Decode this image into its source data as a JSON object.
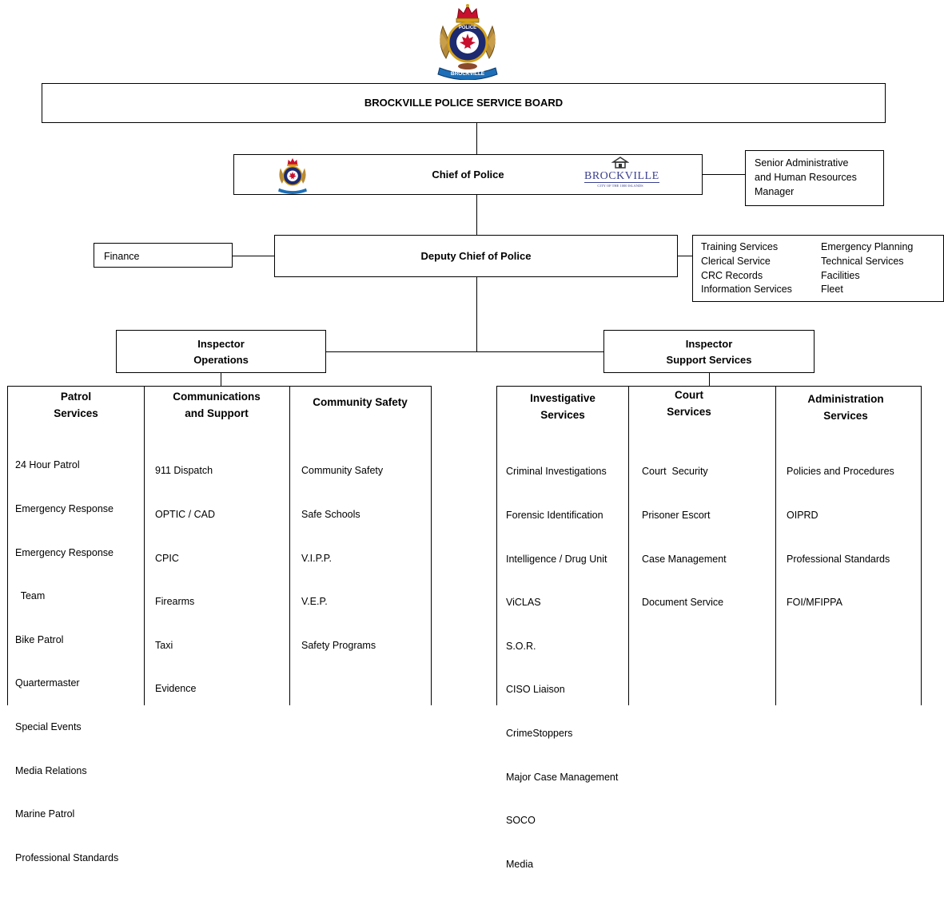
{
  "board": {
    "title": "BROCKVILLE POLICE SERVICE BOARD"
  },
  "crest": {
    "ribbon_text": "BROCKVILLE",
    "banner_text": "POLICE"
  },
  "chief": {
    "title": "Chief of Police",
    "city_logo_name": "BROCKVILLE",
    "city_logo_tagline": "CITY OF THE 1000 ISLANDS"
  },
  "senior_admin": {
    "lines": [
      "Senior Administrative",
      "and Human Resources",
      "Manager"
    ]
  },
  "deputy": {
    "title": "Deputy Chief of Police"
  },
  "finance": {
    "label": "Finance"
  },
  "deputy_services": {
    "left": [
      "Training Services",
      "Clerical Service",
      "CRC Records",
      "Information Services"
    ],
    "right": [
      "Emergency Planning",
      "Technical Services",
      "Facilities",
      "Fleet"
    ]
  },
  "inspector_ops": {
    "line1": "Inspector",
    "line2": "Operations"
  },
  "inspector_support": {
    "line1": "Inspector",
    "line2": "Support Services"
  },
  "columns": [
    {
      "title1": "Patrol",
      "title2": "Services",
      "items": [
        "24 Hour Patrol",
        "Emergency Response",
        "Emergency Response",
        "  Team",
        "Bike Patrol",
        "Quartermaster",
        "Special Events",
        "Media Relations",
        "Marine Patrol",
        "Professional Standards"
      ]
    },
    {
      "title1": "Communications",
      "title2": "and Support",
      "items": [
        "911 Dispatch",
        "OPTIC / CAD",
        "CPIC",
        "Firearms",
        "Taxi",
        "Evidence"
      ]
    },
    {
      "title1": "Community Safety",
      "title2": "",
      "items": [
        "Community Safety",
        "Safe Schools",
        "V.I.P.P.",
        "V.E.P.",
        "Safety Programs"
      ]
    },
    {
      "title1": "Investigative",
      "title2": "Services",
      "items": [
        "Criminal Investigations",
        "Forensic Identification",
        "Intelligence / Drug Unit",
        "ViCLAS",
        "S.O.R.",
        "CISO Liaison",
        "CrimeStoppers",
        "Major Case Management",
        "SOCO",
        "Media"
      ]
    },
    {
      "title1": "Court",
      "title2": "Services",
      "items": [
        "Court  Security",
        "Prisoner Escort",
        "Case Management",
        "Document Service"
      ]
    },
    {
      "title1": "Administration",
      "title2": "Services",
      "items": [
        "Policies and Procedures",
        "OIPRD",
        "Professional Standards",
        "FOI/MFIPPA"
      ]
    }
  ]
}
